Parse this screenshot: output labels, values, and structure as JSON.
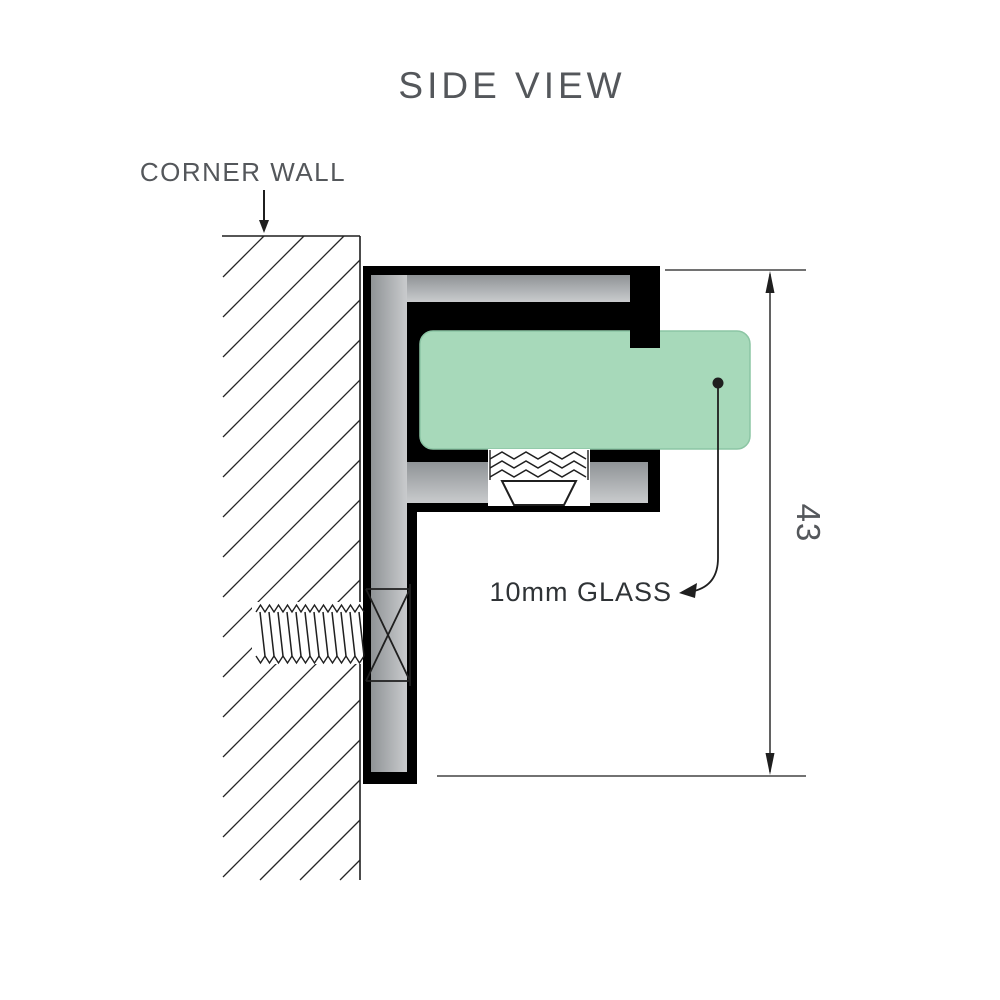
{
  "title": "SIDE VIEW",
  "annotations": {
    "corner_wall": "CORNER WALL",
    "glass_label": "10mm GLASS",
    "dimension_height": "43"
  },
  "colors": {
    "glass": "#a7d9ba",
    "glass_edge": "#8cc5a4",
    "metal_light": "#c9cbcd",
    "metal_dark": "#8f9396",
    "outline": "#000000",
    "text_gray": "#54575b",
    "text_dark": "#2f3336",
    "line": "#1f1f1f"
  }
}
